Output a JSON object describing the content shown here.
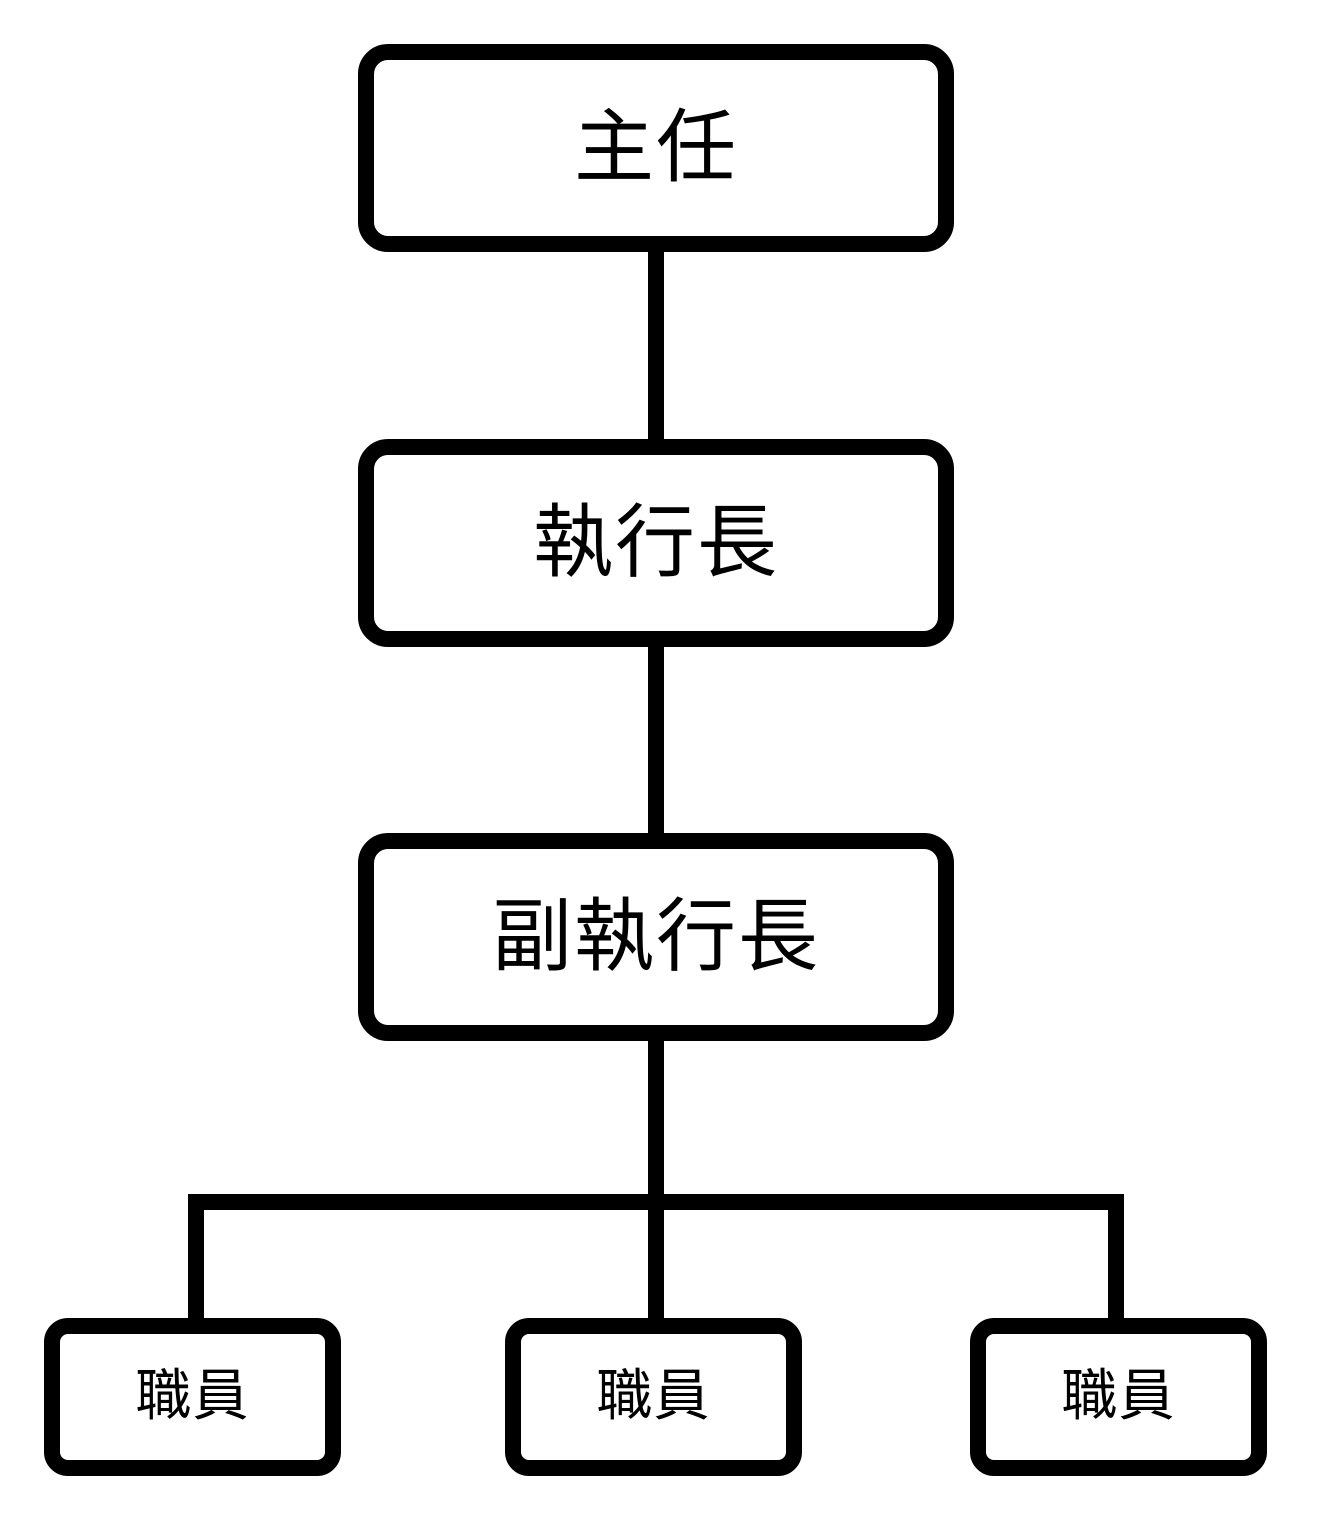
{
  "org_chart": {
    "director": "主任",
    "ceo": "執行長",
    "deputy_ceo": "副執行長",
    "staff": [
      "職員",
      "職員",
      "職員"
    ]
  },
  "colors": {
    "stroke": "#000000",
    "fill": "#ffffff",
    "text": "#000000"
  }
}
